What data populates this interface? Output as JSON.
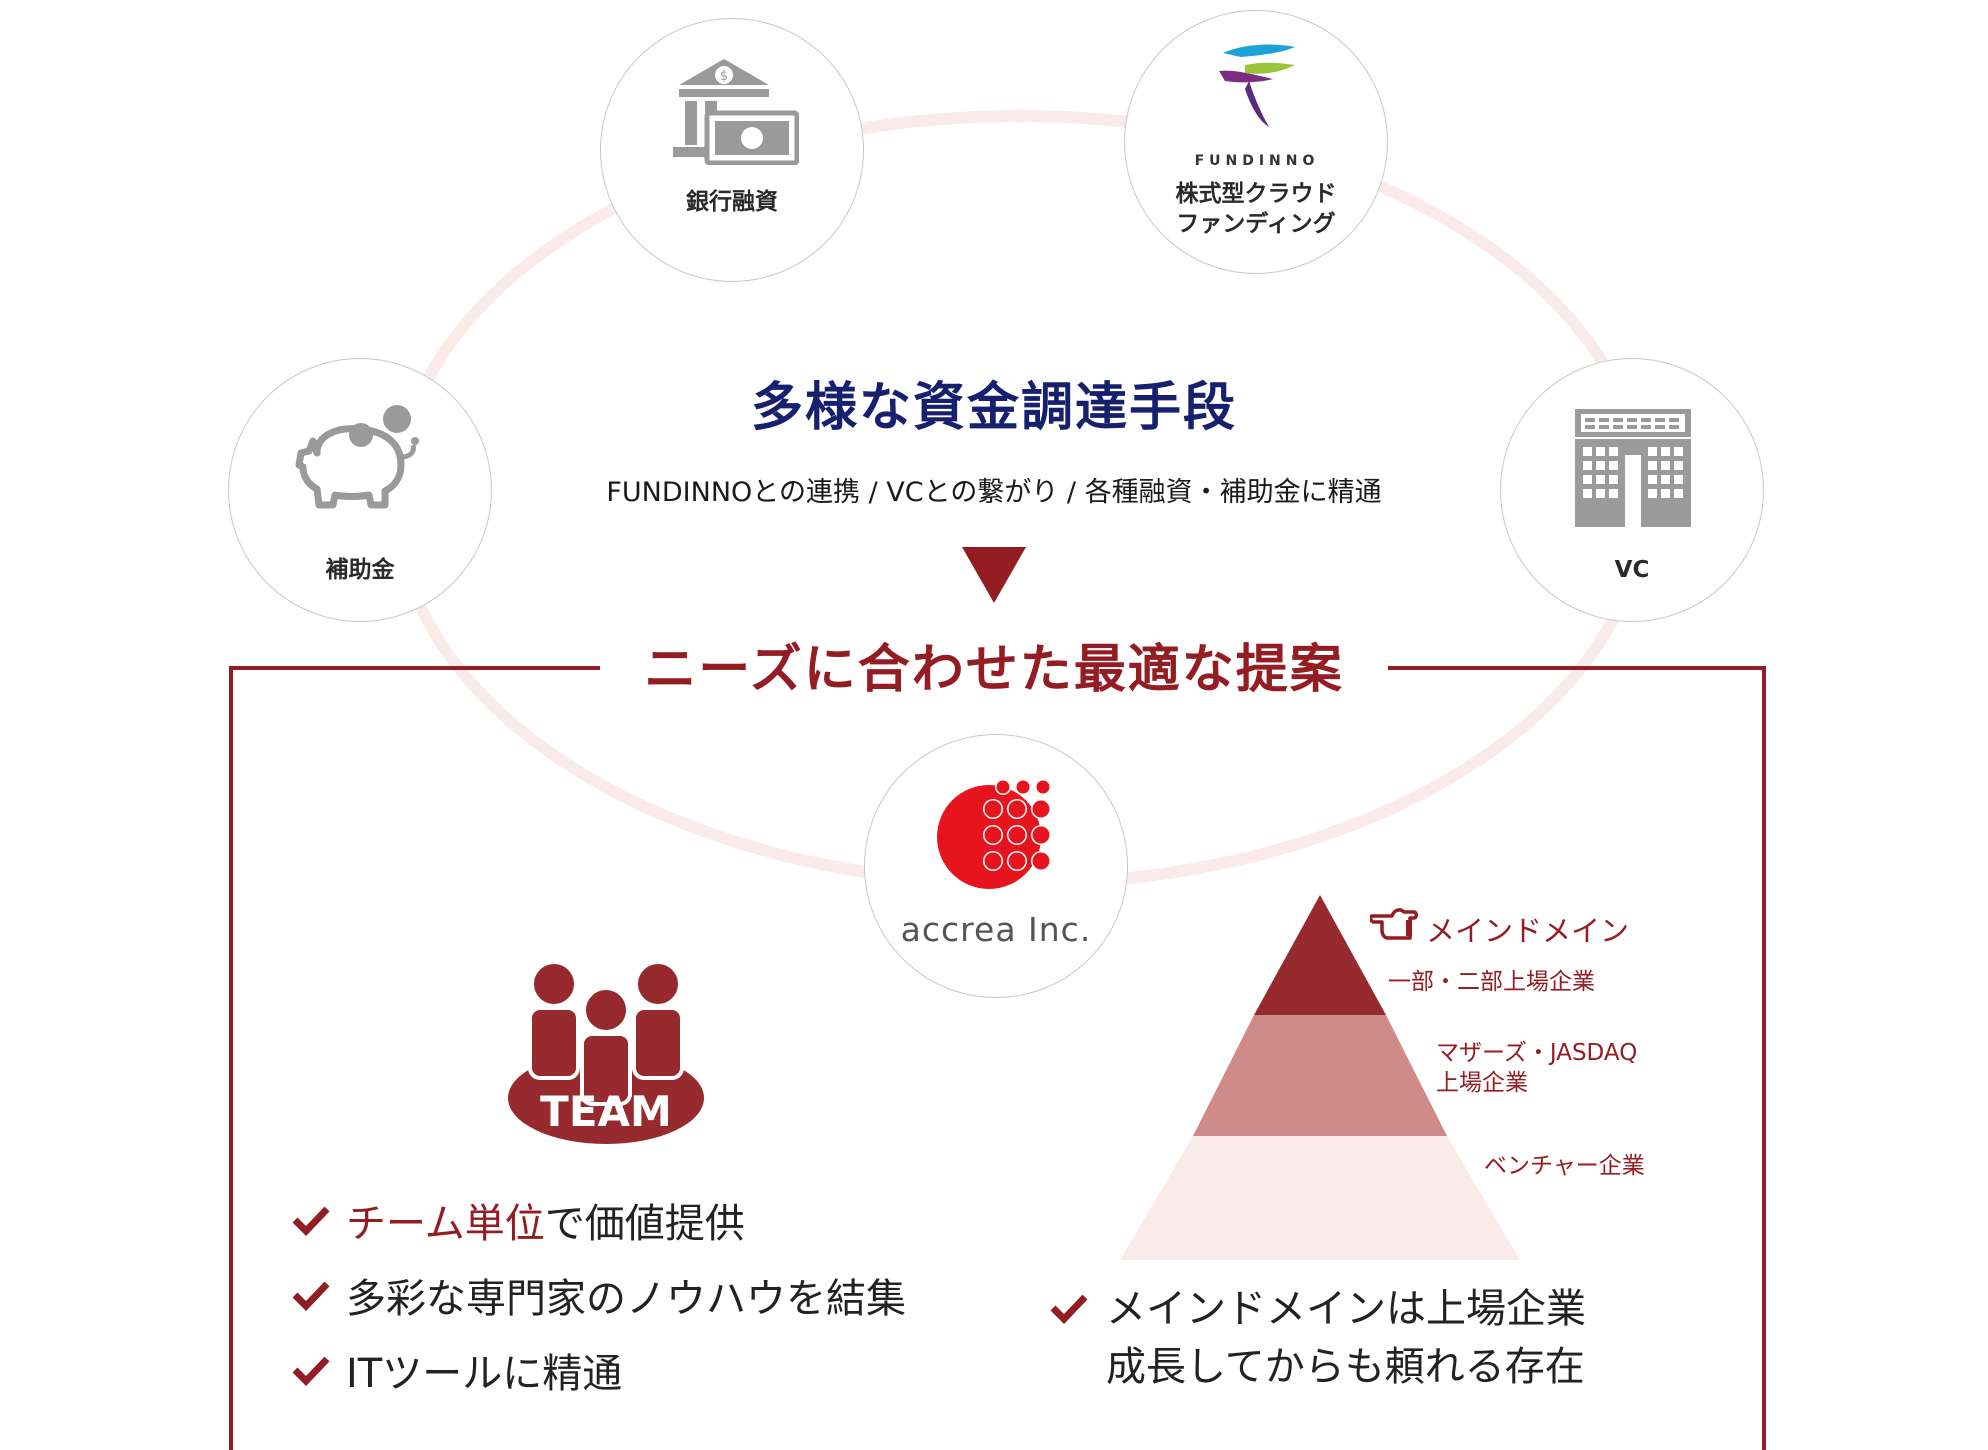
{
  "funding_nodes": {
    "bank": {
      "label": "銀行融資",
      "icon": "bank-icon"
    },
    "crowdfunding": {
      "brand": "FUNDINNO",
      "label_line1": "株式型クラウド",
      "label_line2": "ファンディング",
      "icon": "fundinno-logo"
    },
    "subsidy": {
      "label": "補助金",
      "icon": "piggy-bank-icon"
    },
    "vc": {
      "label": "VC",
      "icon": "office-building-icon"
    }
  },
  "center": {
    "title": "多様な資金調達手段",
    "subtitle": "FUNDINNOとの連携 / VCとの繋がり / 各種融資・補助金に精通"
  },
  "proposal": {
    "title": "ニーズに合わせた最適な提案",
    "company_logo_text": "accrea Inc.",
    "team_badge": "TEAM",
    "checklist": [
      {
        "highlight": "チーム単位",
        "rest": "で価値提供"
      },
      {
        "highlight": "",
        "rest": "多彩な専門家のノウハウを結集"
      },
      {
        "highlight": "",
        "rest": "ITツールに精通"
      }
    ],
    "pyramid": {
      "pointer_label": "メインドメイン",
      "tiers": [
        {
          "label": "一部・二部上場企業"
        },
        {
          "label_line1": "マザーズ・JASDAQ",
          "label_line2": "上場企業"
        },
        {
          "label": "ベンチャー企業"
        }
      ]
    },
    "right_check": {
      "line1": "メインドメインは上場企業",
      "line2": "成長してからも頼れる存在"
    }
  },
  "colors": {
    "accent_red": "#941c23",
    "navy": "#17206e",
    "ring": "#fbeaea",
    "icon_gray": "#9a9a9a",
    "tier_top": "#962a2e",
    "tier_mid": "#cf8a8a",
    "tier_bottom": "#fbeaea"
  }
}
